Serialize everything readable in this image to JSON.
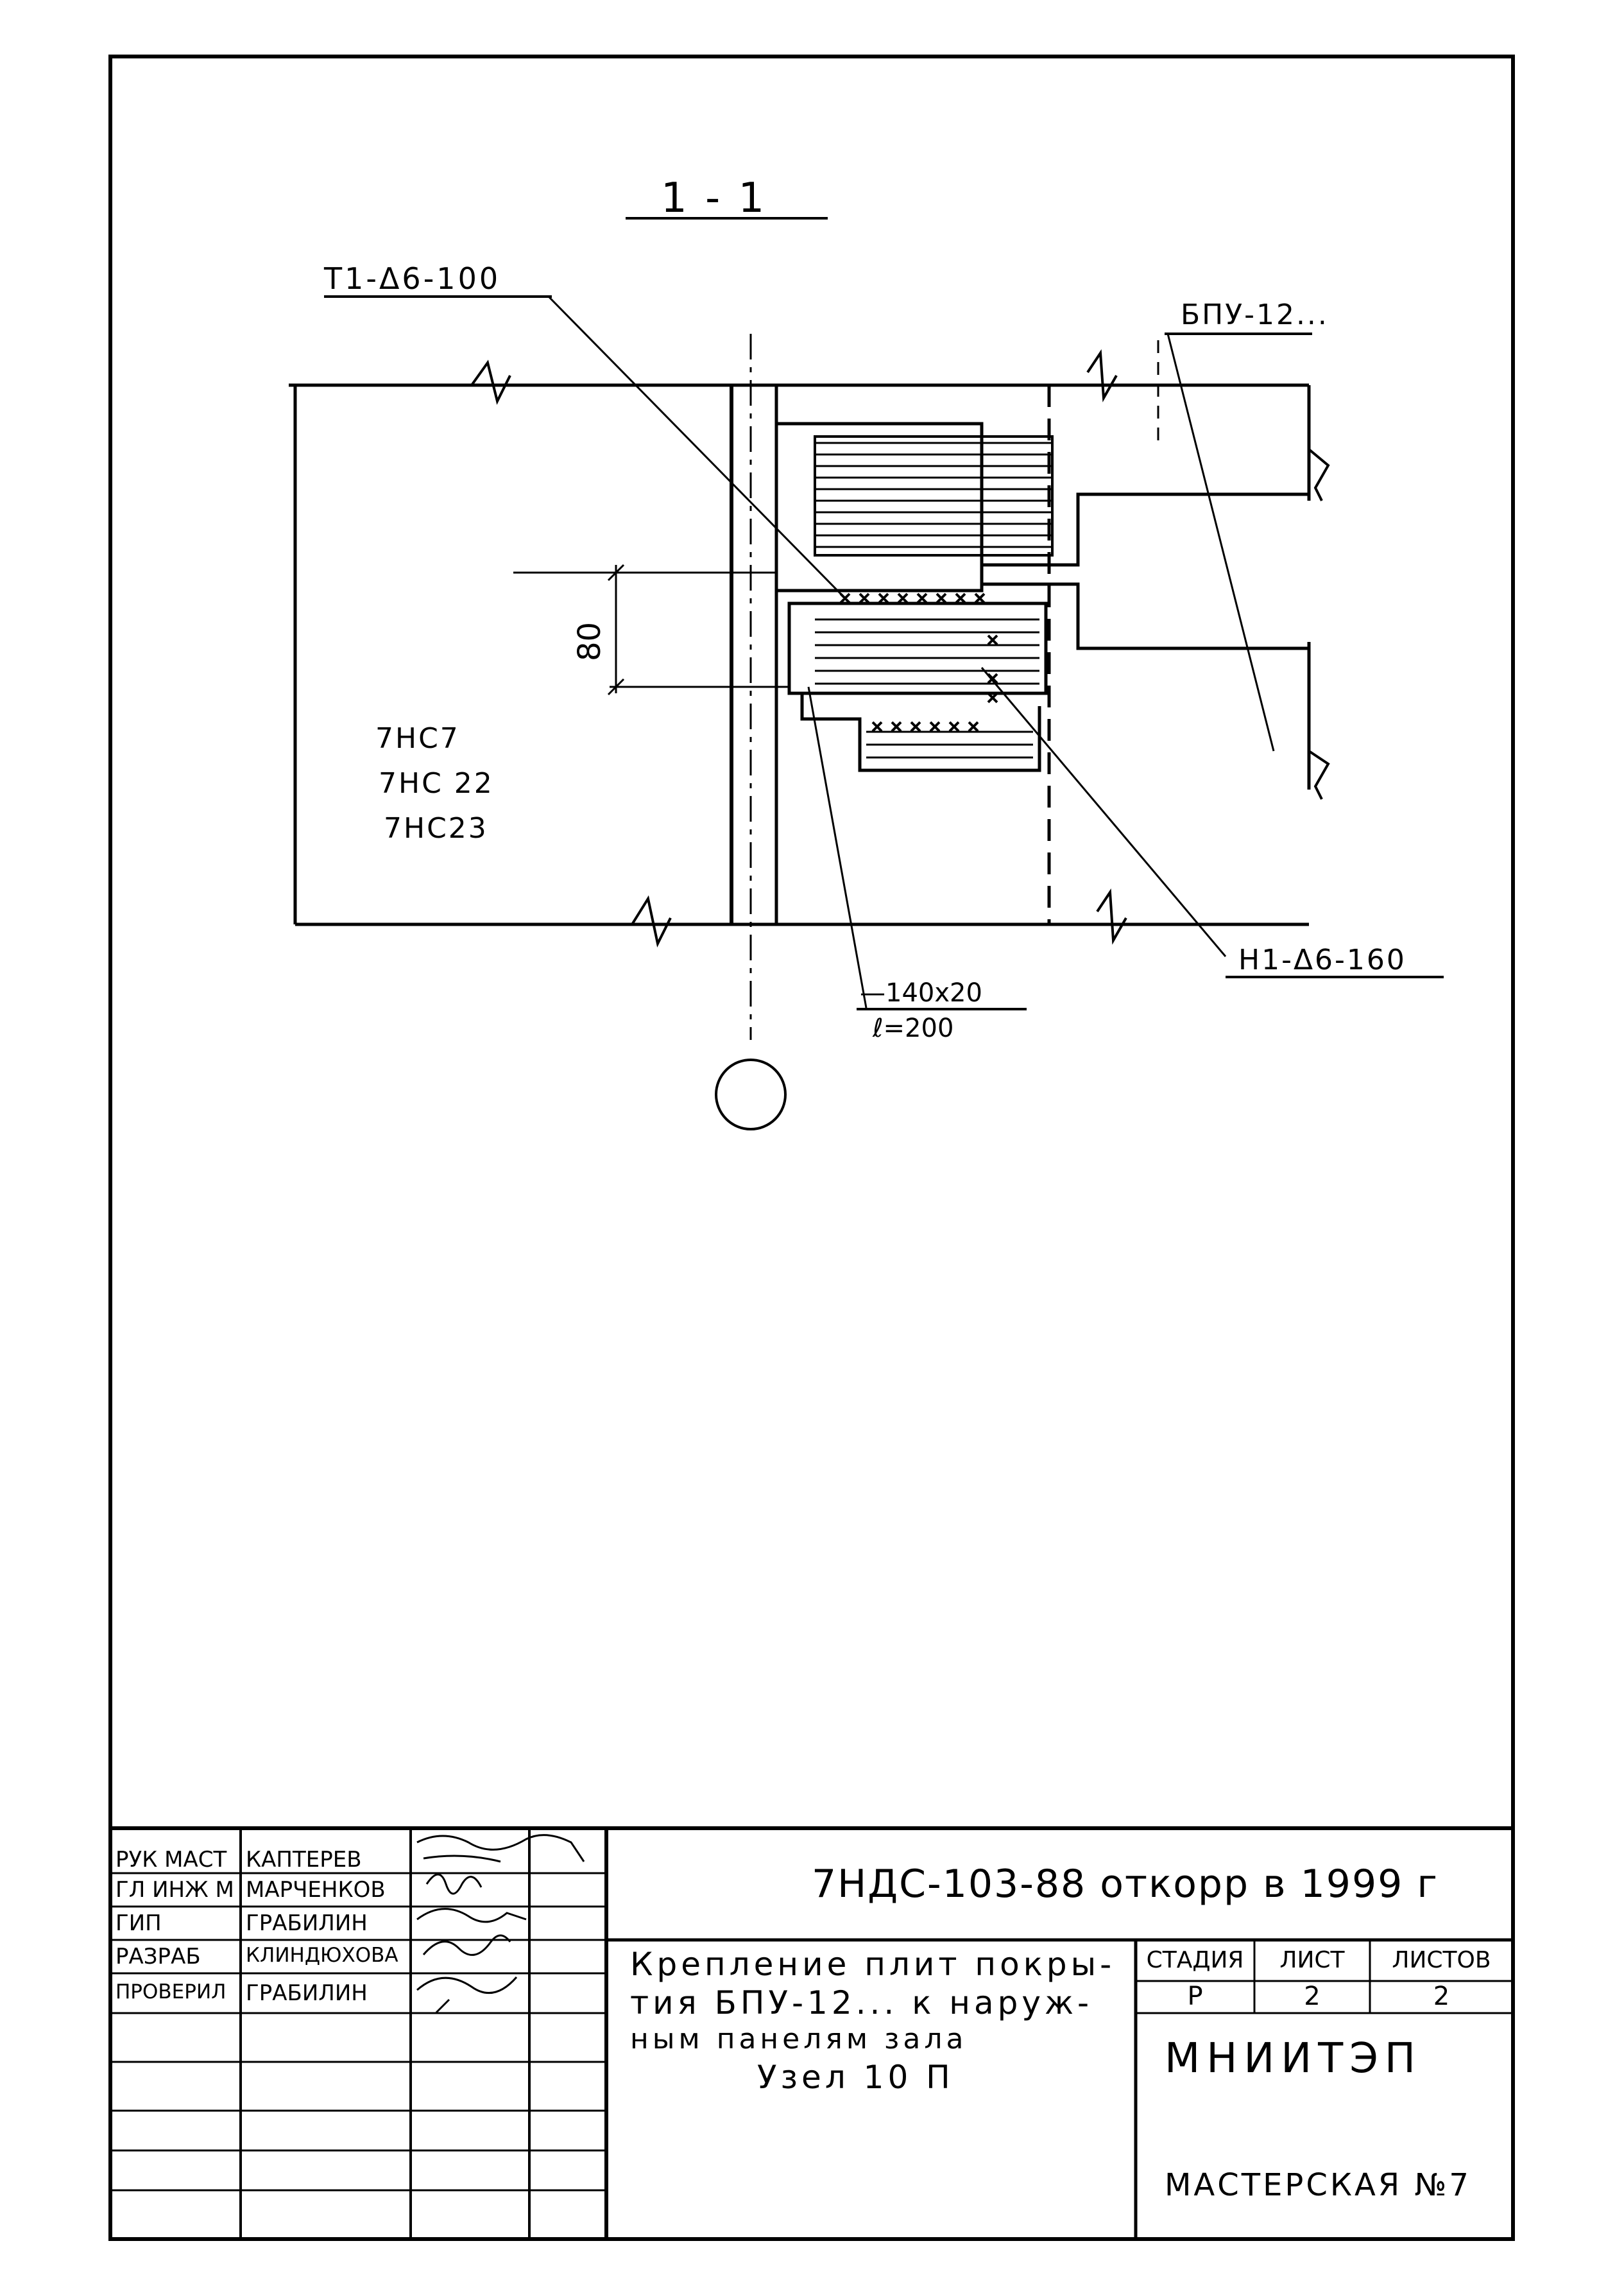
{
  "drawing": {
    "section_label": "1 - 1",
    "labels": {
      "anchor_top": "Т1-Δ6-100",
      "slab": "БПУ-12...",
      "dimension": "80",
      "panels": [
        "7НС7",
        "7НС 22",
        "7НС23"
      ],
      "anchor_bottom": "Н1-Δ6-160",
      "plate_section": "—140х20",
      "plate_length": "ℓ=200"
    }
  },
  "title_block": {
    "roles": [
      {
        "role": "РУК МАСТ",
        "name": "КАПТЕРЕВ"
      },
      {
        "role": "ГЛ ИНЖ М",
        "name": "МАРЧЕНКОВ"
      },
      {
        "role": "ГИП",
        "name": "ГРАБИЛИН"
      },
      {
        "role": "РАЗРАБ",
        "name": "КЛИНДЮХОВА"
      },
      {
        "role": "ПРОВЕРИЛ",
        "name": "ГРАБИЛИН"
      }
    ],
    "document_code": "7НДС-103-88 откорр в 1999 г",
    "title_lines": [
      "Крепление плит покры-",
      "тия БПУ-12... к наруж-",
      "ным панелям зала",
      "Узел 10 П"
    ],
    "headers": {
      "stage": "СТАДИЯ",
      "sheet": "ЛИСТ",
      "sheets": "ЛИСТОВ"
    },
    "values": {
      "stage": "Р",
      "sheet": "2",
      "sheets": "2"
    },
    "organization": "МНИИТЭП",
    "workshop": "МАСТЕРСКАЯ №7"
  }
}
